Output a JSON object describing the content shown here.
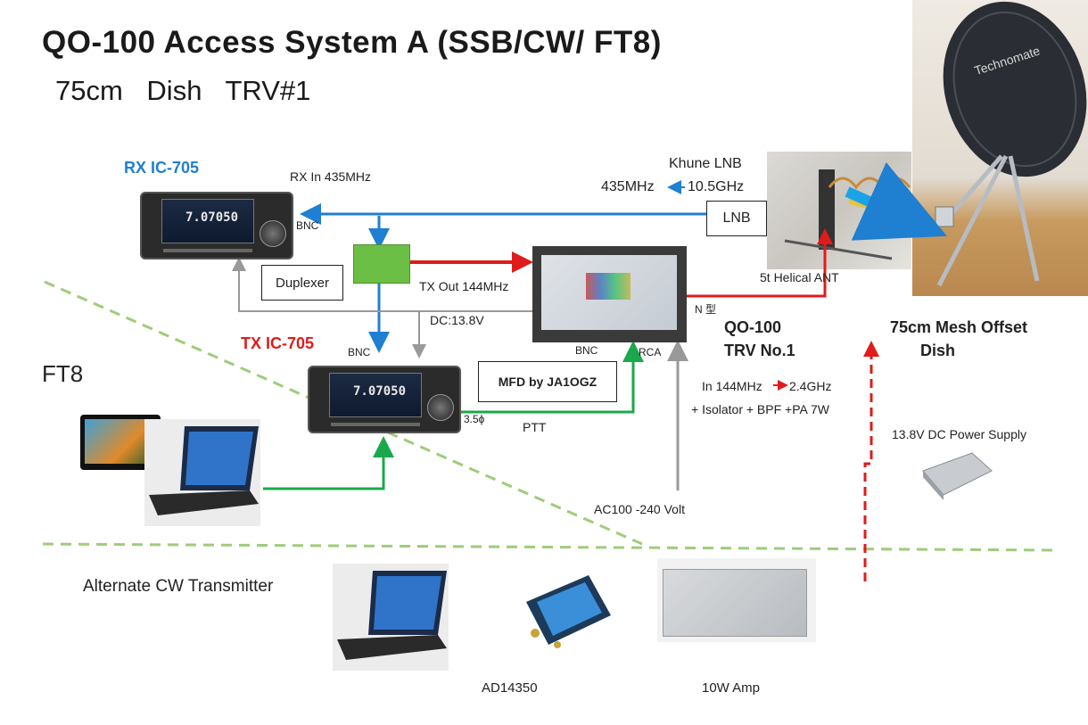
{
  "title": "QO-100 Access System A (SSB/CW/ FT8)",
  "subtitle": "75cm   Dish   TRV#1",
  "labels": {
    "rx_radio": "RX IC-705",
    "tx_radio": "TX IC-705",
    "rx_in": "RX In 435MHz",
    "bnc_rx": "BNC",
    "bnc_tx": "BNC",
    "bnc_trv": "BNC",
    "rca": "RCA",
    "khune_lnb": "Khune LNB",
    "lnb_freq_left": "435MHz",
    "lnb_freq_right": "10.5GHz",
    "lnb_box": "LNB",
    "duplexer": "Duplexer",
    "tx_out": "TX Out 144MHz",
    "dc": "DC:13.8V",
    "n_type": "N 型",
    "helical": "5t Helical  ANT",
    "trv_line1": "QO-100",
    "trv_line2": "TRV No.1",
    "dish_line1": "75cm Mesh Offset",
    "dish_line2": "Dish",
    "mfd": "MFD by JA1OGZ",
    "jack": "3.5ϕ",
    "ptt": "PTT",
    "trv_in_a": "In 144MHz",
    "trv_in_b": "2.4GHz",
    "trv_chain": "+ Isolator + BPF +PA 7W",
    "psu": "13.8V DC  Power Supply",
    "ac": "AC100 -240 Volt",
    "ft8": "FT8",
    "alt_cw": "Alternate  CW Transmitter",
    "ad": "AD14350",
    "amp": "10W Amp",
    "rx_display": "7.07050",
    "tx_display": "7.07050",
    "dish_brand": "Technomate"
  },
  "colors": {
    "rx_blue": "#1f7fd1",
    "tx_red": "#e01b1b",
    "ptt_green": "#1aa84a",
    "dc_gray": "#999999",
    "divider_green": "#9fcc7a",
    "duplexer_green": "#6cbf45"
  }
}
